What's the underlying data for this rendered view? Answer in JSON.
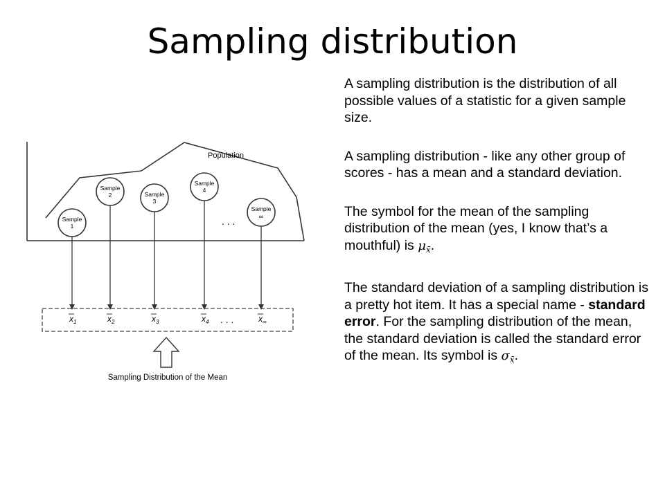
{
  "slide": {
    "title": "Sampling distribution"
  },
  "figure": {
    "population_label": "Population",
    "samples": [
      {
        "line1": "Sample",
        "line2": "1"
      },
      {
        "line1": "Sample",
        "line2": "2"
      },
      {
        "line1": "Sample",
        "line2": "3"
      },
      {
        "line1": "Sample",
        "line2": "4"
      },
      {
        "line1": "Sample",
        "line2": "∞"
      }
    ],
    "ellipsis": ". . .",
    "means": [
      {
        "base": "x",
        "sub": "1"
      },
      {
        "base": "x",
        "sub": "2"
      },
      {
        "base": "x",
        "sub": "3"
      },
      {
        "base": "x",
        "sub": "4"
      },
      {
        "base": "x",
        "sub": "∞"
      }
    ],
    "caption": "Sampling Distribution of the Mean"
  },
  "body": {
    "p1": "A sampling distribution is the distribution of all possible values of a statistic for a given sample size.",
    "p2": "A sampling distribution - like any other group of scores - has a mean and a standard deviation.",
    "p3": "The symbol for the mean of the sampling distribution of the mean (yes, I know that’s a mouthful) is ",
    "p3_symbol": "μ",
    "p3_symbol_sub": "x̄",
    "p3_end": ".",
    "p4_a": "The standard deviation of a sampling distribution is a pretty hot item. It has a special name - ",
    "p4_bold": "standard error",
    "p4_b": ". For the sampling distribution of the mean, the standard deviation is called the standard error of the mean. Its symbol is ",
    "p4_symbol": "σ",
    "p4_symbol_sub": "x̄",
    "p4_end": "."
  }
}
